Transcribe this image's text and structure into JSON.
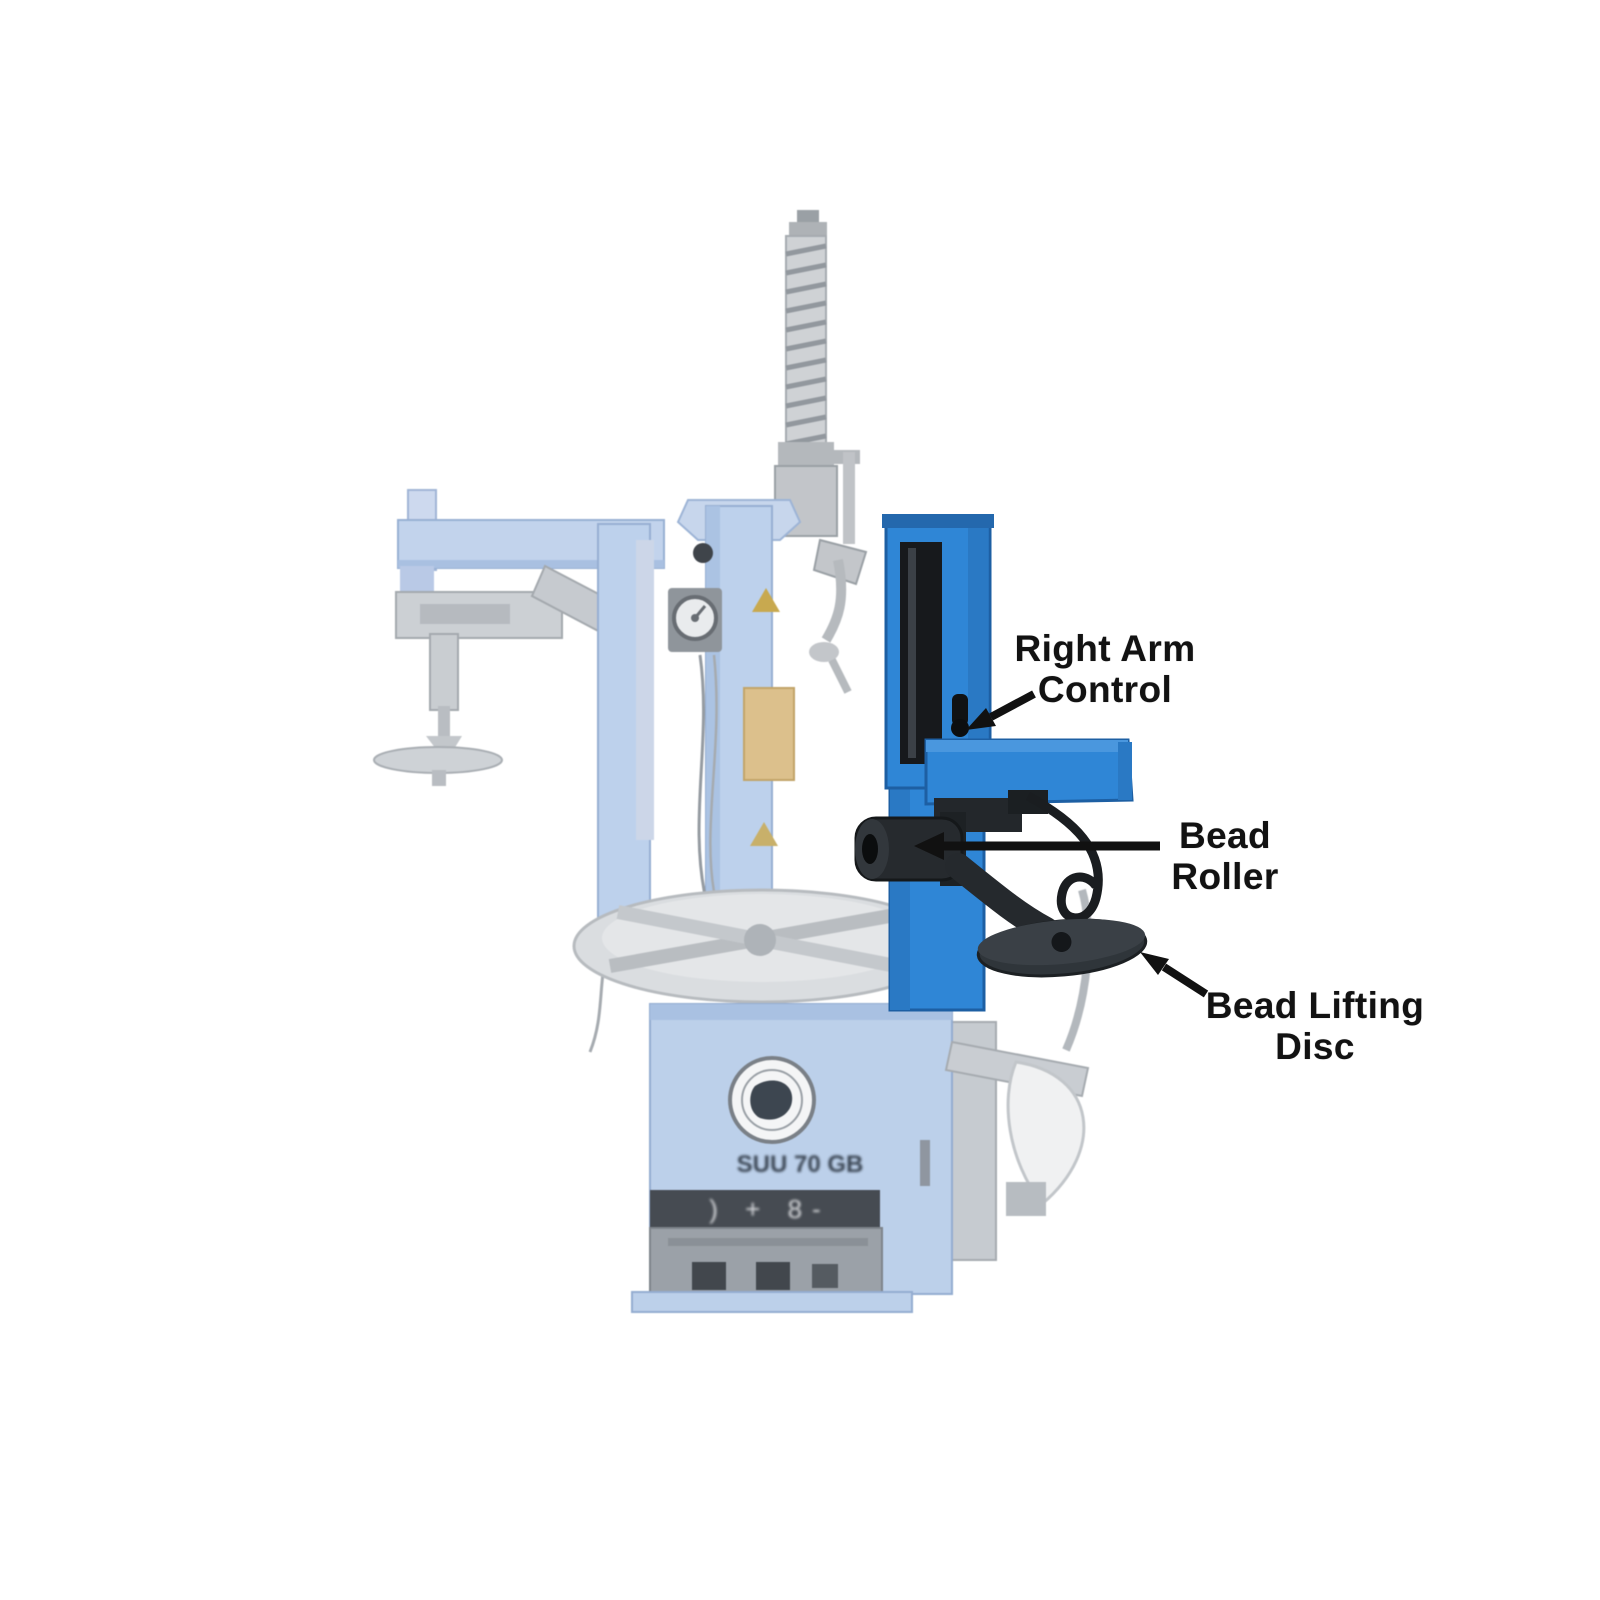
{
  "diagram": {
    "labels": {
      "right_arm_control": {
        "line1": "Right Arm",
        "line2": "Control"
      },
      "bead_roller": {
        "line1": "Bead",
        "line2": "Roller"
      },
      "bead_lifting_disc": {
        "line1": "Bead Lifting",
        "line2": "Disc"
      }
    },
    "cabinet": {
      "model_text": "SUU 70 GB",
      "pedal_symbols": ") + 8-"
    },
    "colors": {
      "highlight_blue": "#2f86d6",
      "highlight_blue_dark": "#1d5fa3",
      "faded_blue": "#bcd0ea",
      "faded_gray": "#c9cdd2",
      "dark_part": "#24282c",
      "annotation": "#111111",
      "background": "#ffffff"
    }
  }
}
